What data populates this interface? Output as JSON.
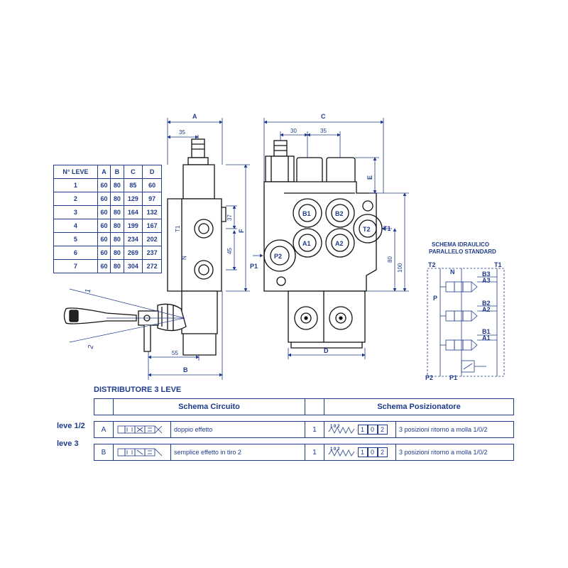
{
  "dims": {
    "A": "A",
    "B": "B",
    "C": "C",
    "D": "D",
    "E": "E",
    "F": "F",
    "d35a": "35",
    "d30": "30",
    "d35b": "35",
    "d37": "37",
    "d45": "45",
    "d55": "55",
    "d80": "80",
    "d100": "100",
    "p1": "P1",
    "t1": "T1",
    "n": "N",
    "lever1": "1",
    "lever2": "2"
  },
  "ports": {
    "b1": "B1",
    "b2": "B2",
    "a1": "A1",
    "a2": "A2",
    "t2": "T2",
    "t1": "T1",
    "p2": "P2"
  },
  "table": {
    "headers": [
      "N° LEVE",
      "A",
      "B",
      "C",
      "D"
    ],
    "rows": [
      [
        "1",
        "60",
        "80",
        "85",
        "60"
      ],
      [
        "2",
        "60",
        "80",
        "129",
        "97"
      ],
      [
        "3",
        "60",
        "80",
        "164",
        "132"
      ],
      [
        "4",
        "60",
        "80",
        "199",
        "167"
      ],
      [
        "5",
        "60",
        "80",
        "234",
        "202"
      ],
      [
        "6",
        "60",
        "80",
        "269",
        "237"
      ],
      [
        "7",
        "60",
        "80",
        "304",
        "272"
      ]
    ]
  },
  "schema": {
    "title_line1": "SCHEMA IDRAULICO",
    "title_line2": "PARALLELO STANDARD",
    "t2": "T2",
    "n": "N",
    "t1": "T1",
    "b3": "B3",
    "a3": "A3",
    "p": "P",
    "b2": "B2",
    "a2": "A2",
    "b1": "B1",
    "a1": "A1",
    "p2": "P2",
    "p1": "P1"
  },
  "spec": {
    "title": "DISTRIBUTORE 3 LEVE",
    "circuit_header": "Schema Circuito",
    "position_header": "Schema Posizionatore",
    "rows": [
      {
        "lever": "leve 1/2",
        "code": "A",
        "circuit_desc": "doppio effetto",
        "pos_code": "1",
        "pos_desc": "3 posizioni ritorno a molla 1/0/2"
      },
      {
        "lever": "leve 3",
        "code": "B",
        "circuit_desc": "semplice effetto in tiro 2",
        "pos_code": "1",
        "pos_desc": "3 posizioni ritorno a molla 1/0/2"
      }
    ],
    "pos_digits": [
      "1",
      "0",
      "2"
    ]
  }
}
